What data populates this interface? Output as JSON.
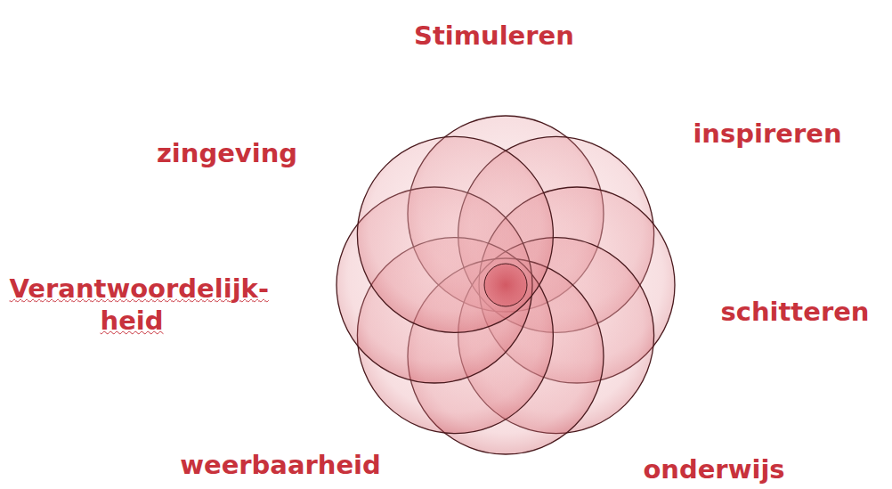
{
  "diagram": {
    "labels": [
      "Stimuleren",
      "zingeving",
      "inspireren",
      "Verantwoordelijk- heid",
      "schitteren",
      "weerbaarheid",
      "onderwijs"
    ]
  }
}
